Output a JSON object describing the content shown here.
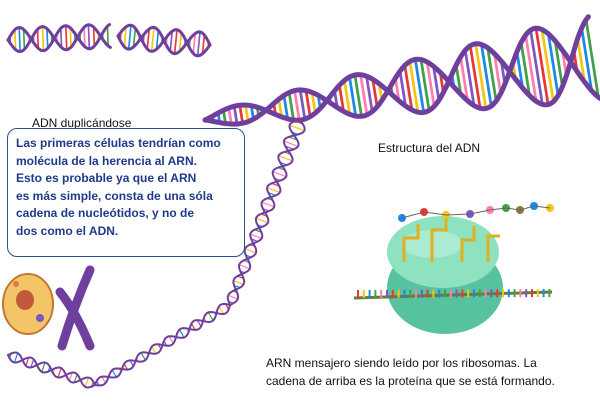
{
  "labels": {
    "dna_duplicating": "ADN duplicándose",
    "dna_structure": "Estructura del ADN"
  },
  "note_box": {
    "lines": [
      "Las primeras células tendrían como",
      "molécula de la herencia al ARN.",
      "Esto es probable ya que el ARN",
      "es más simple, consta de una sóla",
      "cadena de nucleótidos, y no de",
      "dos como el ADN."
    ]
  },
  "caption": {
    "lines": [
      "ARN mensajero siendo leído por los ribosomas. La",
      "cadena de arriba es la proteína que se está formando."
    ]
  },
  "colors": {
    "backbone_purple": "#6f3f9e",
    "base_colors": [
      "#e53935",
      "#f2c618",
      "#1e88e5",
      "#43a047",
      "#ff7fb0",
      "#7e57c2"
    ],
    "ribosome_green": "#7fd6b0",
    "text_blue": "#1f3a8a"
  }
}
